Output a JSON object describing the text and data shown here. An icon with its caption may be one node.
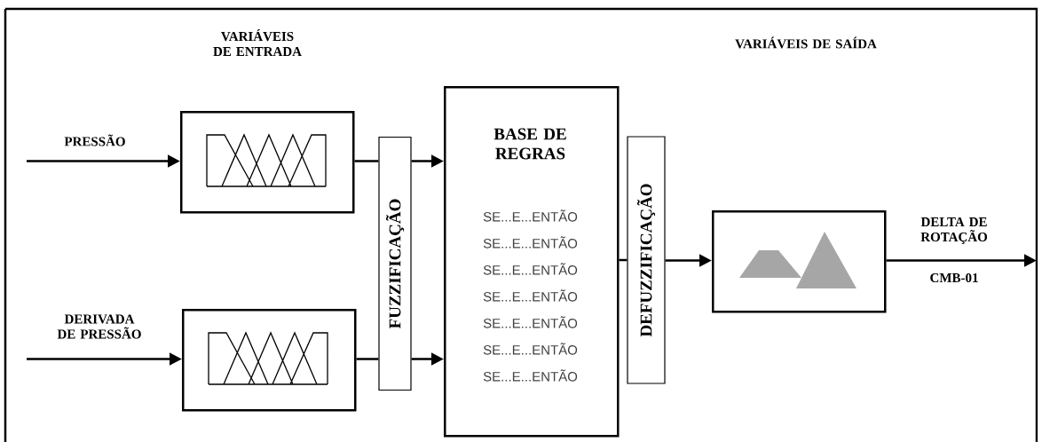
{
  "diagram": {
    "nodes": [
      {
        "text": [],
        "shape": "box"
      },
      {
        "text": [],
        "shape": "box"
      },
      {
        "text": [
          "FUZZIFICAÇÃO"
        ]
      },
      {
        "text": [
          "BASE DE REGRAS",
          "SE...E...ENTÃO",
          "SE...E...ENTÃO",
          "SE...E...ENTÃO",
          "SE...E...ENTÃO",
          "SE...E...ENTÃO",
          "SE...E...ENTÃO",
          "SE...E...ENTÃO"
        ]
      },
      {
        "text": [
          "DEFUZZIFICAÇÃO"
        ]
      },
      {
        "text": [],
        "shape": "box"
      }
    ],
    "edges": [
      {
        "from": null,
        "to": 0,
        "arrow": "to",
        "label": "PRESSÃO"
      },
      {
        "from": null,
        "to": 1,
        "arrow": "to",
        "label": "DERIVADA DE PRESSÃO"
      },
      {
        "from": 0,
        "to": 2,
        "arrow": "none"
      },
      {
        "from": 1,
        "to": 2,
        "arrow": "none"
      },
      {
        "from": 2,
        "to": 3,
        "arrow": "to"
      },
      {
        "from": 2,
        "to": 3,
        "arrow": "to"
      },
      {
        "from": 3,
        "to": 4,
        "arrow": "none"
      },
      {
        "from": 4,
        "to": 5,
        "arrow": "to"
      },
      {
        "from": 5,
        "to": null,
        "arrow": "to",
        "label": "DELTA DE ROTAÇÃO"
      }
    ],
    "labels": [
      "VARIÁVEIS DE ENTRADA",
      "VARIÁVEIS DE SAÍDA",
      "CMB-01"
    ]
  }
}
